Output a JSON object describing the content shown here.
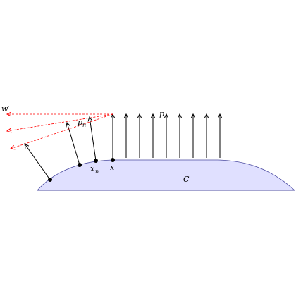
{
  "diagram": {
    "region_label": "C",
    "labels": {
      "w_prime": "w′",
      "p": "p",
      "p_n_base": "p",
      "p_n_sub": "n",
      "x": "x",
      "x_n_base": "x",
      "x_n_sub": "n"
    },
    "colors": {
      "region_fill": "#e0e0ff",
      "region_stroke": "#4a4aa0",
      "arrow": "#000000",
      "dashed": "#ff0000"
    }
  }
}
